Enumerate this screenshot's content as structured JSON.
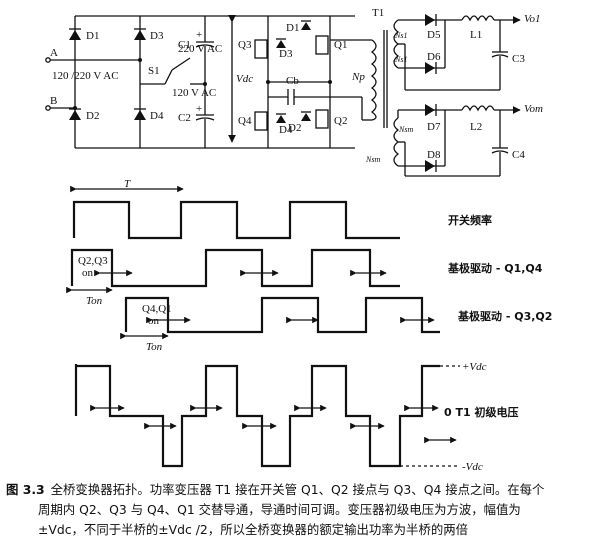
{
  "circuit": {
    "input_a": "A",
    "input_b": "B",
    "input_voltage": "120 /220 V AC",
    "switch": "S1",
    "switch_voltage": "120 V AC",
    "cap1": "C1",
    "cap1_voltage": "220 V AC",
    "cap2": "C2",
    "vdc_label": "Vdc",
    "rectifier_diodes": [
      "D1",
      "D2",
      "D3",
      "D4"
    ],
    "switches": [
      "Q1",
      "Q2",
      "Q3",
      "Q4"
    ],
    "switch_diodes": [
      "D1",
      "D2",
      "D3",
      "D4"
    ],
    "blocking_cap": "Cb",
    "transformer": "T1",
    "primary": "Np",
    "secondary_1": "Ns1",
    "secondary_1b": "Ns1",
    "secondary_m": "Nsm",
    "secondary_mb": "Nsm",
    "output_diodes": [
      "D5",
      "D6",
      "D7",
      "D8"
    ],
    "inductors": [
      "L1",
      "L2"
    ],
    "output_caps": [
      "C3",
      "C4"
    ],
    "output_1": "Vo1",
    "output_m": "Vom"
  },
  "timing": {
    "period_label": "T",
    "ton_label": "Ton",
    "pulse_q2q3": "Q2,Q3",
    "pulse_on_1": "on",
    "pulse_q4q1": "Q4,Q1",
    "pulse_on_2": "on",
    "label_switch_freq": "开关频率",
    "label_base_drive_1": "基极驱动 - Q1,Q4",
    "label_base_drive_2": "基极驱动 - Q3,Q2",
    "label_plus_vdc": "+Vdc",
    "label_primary_zero": "0  T1  初级电压",
    "label_minus_vdc": "-Vdc"
  },
  "caption": {
    "figure_number": "图 3.3",
    "line1": "全桥变换器拓扑。功率变压器 T1 接在开关管 Q1、Q2 接点与 Q3、Q4 接点之间。在每个",
    "line2": "周期内 Q2、Q3 与 Q4、Q1 交替导通，导通时间可调。变压器初级电压为方波，幅值为",
    "line3": "±Vdc，不同于半桥的±Vdc /2，所以全桥变换器的额定输出功率为半桥的两倍"
  }
}
